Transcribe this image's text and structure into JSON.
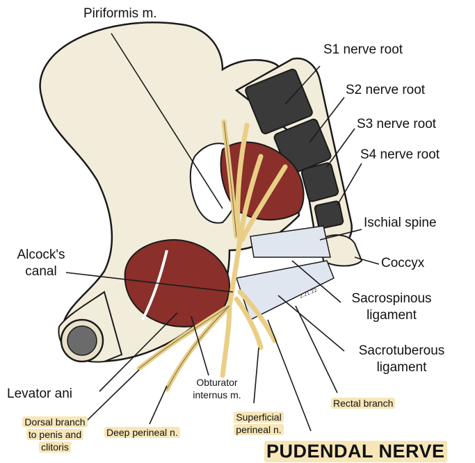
{
  "labels": {
    "piriformis": "Piriformis m.",
    "s1": "S1 nerve root",
    "s2": "S2 nerve root",
    "s3": "S3 nerve root",
    "s4": "S4 nerve root",
    "ischial_spine": "Ischial spine",
    "coccyx": "Coccyx",
    "sacrospinous_1": "Sacrospinous",
    "sacrospinous_2": "ligament",
    "sacrotuberous_1": "Sacrotuberous",
    "sacrotuberous_2": "ligament",
    "alcocks_1": "Alcock's",
    "alcocks_2": "canal",
    "levator_ani": "Levator ani",
    "obturator_1": "Obturator",
    "obturator_2": "internus m.",
    "dorsal_1": "Dorsal branch",
    "dorsal_2": "to penis and",
    "dorsal_3": "clitoris",
    "deep_perineal": "Deep perineal n.",
    "superficial_1": "Superficial",
    "superficial_2": "perineal n.",
    "rectal_branch": "Rectal branch",
    "title": "PUDENDAL NERVE",
    "signature": "2.21.22"
  },
  "colors": {
    "bone": "#f2ecda",
    "outline": "#1a1a1a",
    "muscle": "#8a2f2a",
    "nerve": "#e9cf86",
    "ligament": "#dfe6f0",
    "highlight": "#f7e6b8"
  }
}
